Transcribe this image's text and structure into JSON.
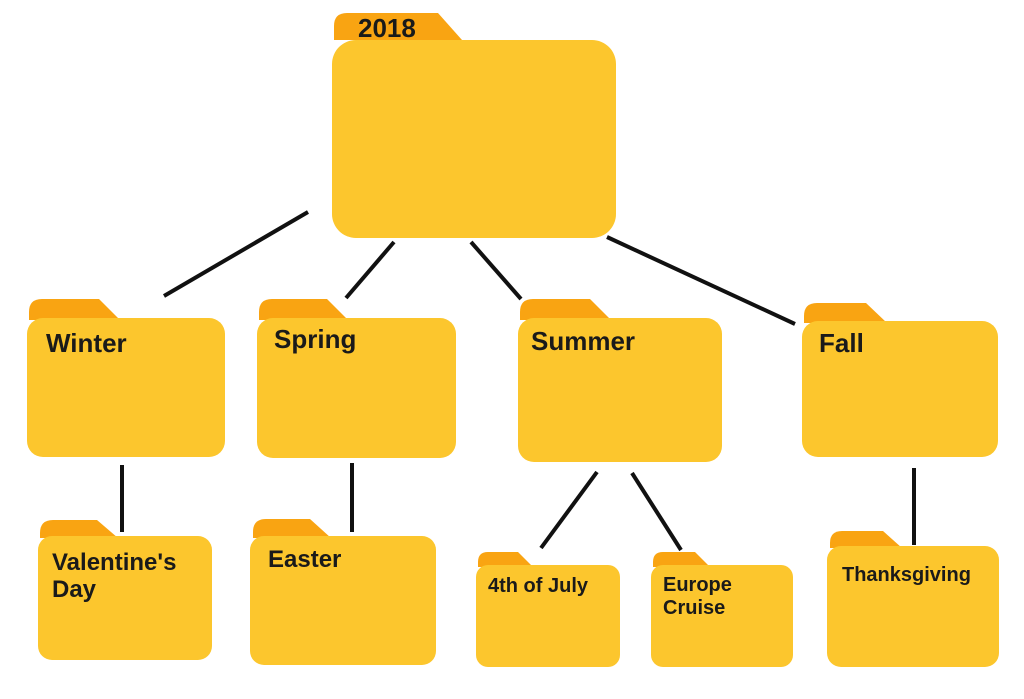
{
  "colors": {
    "folder_body": "#FCC62D",
    "folder_tab": "#F9A412",
    "connector": "#111111"
  },
  "icon": "folder-icon",
  "folders": {
    "year": {
      "label": "2018"
    },
    "winter": {
      "label": "Winter"
    },
    "spring": {
      "label": "Spring"
    },
    "summer": {
      "label": "Summer"
    },
    "fall": {
      "label": "Fall"
    },
    "valentines": {
      "label_line1": "Valentine's",
      "label_line2": "Day"
    },
    "easter": {
      "label": "Easter"
    },
    "july": {
      "label": "4th of July"
    },
    "europe": {
      "label_line1": "Europe",
      "label_line2": "Cruise"
    },
    "thanksgiving": {
      "label": "Thanksgiving"
    }
  }
}
